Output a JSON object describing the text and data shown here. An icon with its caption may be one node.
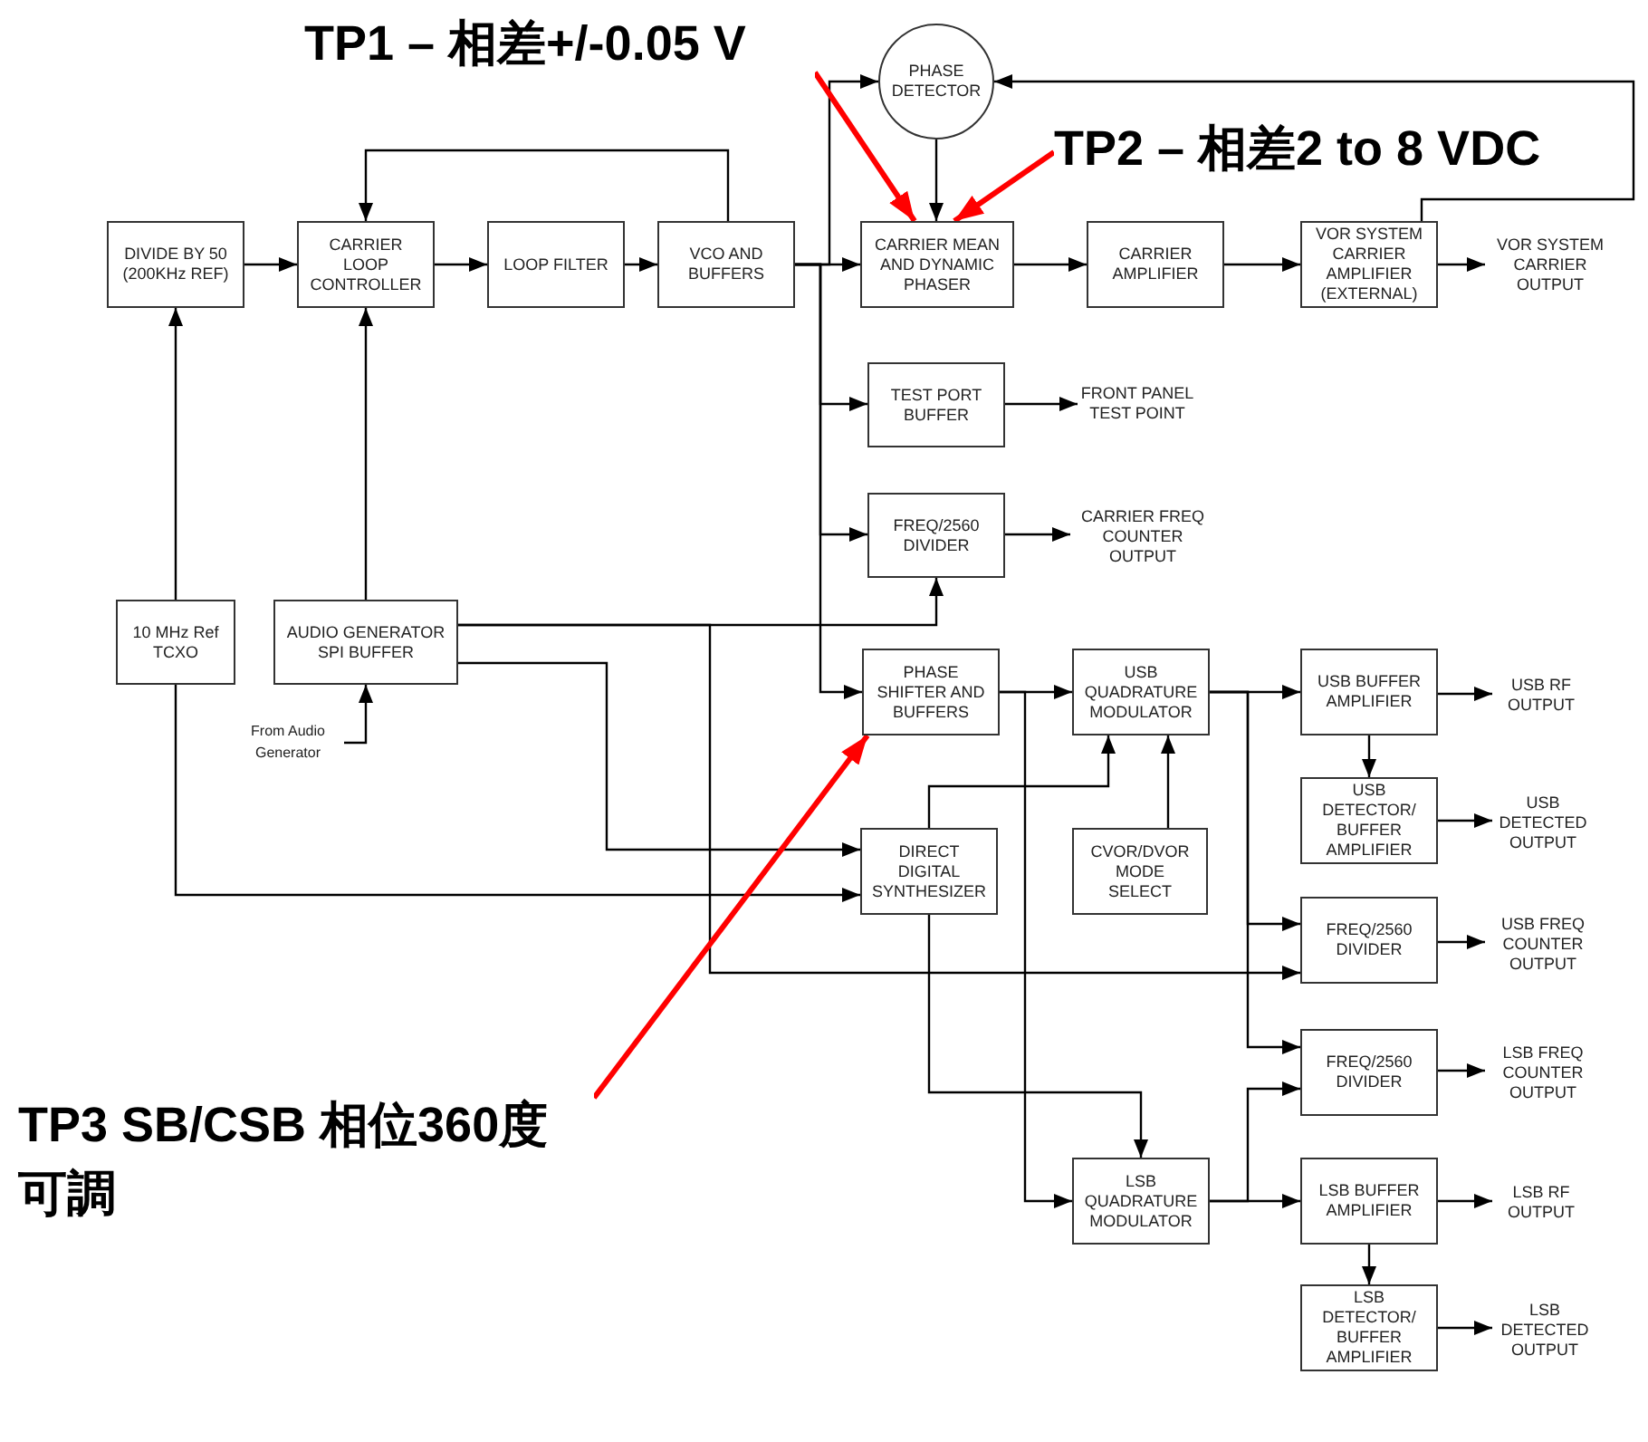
{
  "diagram": {
    "nodes": [
      {
        "text": [
          "DIVIDE BY 50 (200KHz REF)"
        ]
      },
      {
        "text": [
          "CARRIER LOOP CONTROLLER"
        ]
      },
      {
        "text": [
          "LOOP FILTER"
        ]
      },
      {
        "text": [
          "VCO AND BUFFERS"
        ]
      },
      {
        "text": [
          "PHASE DETECTOR"
        ]
      },
      {
        "text": [
          "CARRIER MEAN AND DYNAMIC PHASER"
        ]
      },
      {
        "text": [
          "CARRIER AMPLIFIER"
        ]
      },
      {
        "text": [
          "VOR SYSTEM CARRIER AMPLIFIER (EXTERNAL)"
        ]
      },
      {
        "text": [
          "TEST PORT BUFFER"
        ]
      },
      {
        "text": [
          "FREQ/2560 DIVIDER"
        ]
      },
      {
        "text": [
          "10 MHz Ref TCXO"
        ]
      },
      {
        "text": [
          "AUDIO GENERATOR SPI BUFFER"
        ]
      },
      {
        "text": [
          "PHASE SHIFTER AND BUFFERS"
        ]
      },
      {
        "text": [
          "USB QUADRATURE MODULATOR"
        ]
      },
      {
        "text": [
          "USB BUFFER AMPLIFIER"
        ]
      },
      {
        "text": [
          "USB DETECTOR/ BUFFER AMPLIFIER"
        ]
      },
      {
        "text": [
          "DIRECT DIGITAL SYNTHESIZER"
        ]
      },
      {
        "text": [
          "CVOR/DVOR MODE SELECT"
        ]
      },
      {
        "text": [
          "FREQ/2560 DIVIDER"
        ]
      },
      {
        "text": [
          "FREQ/2560 DIVIDER"
        ]
      },
      {
        "text": [
          "LSB QUADRATURE MODULATOR"
        ]
      },
      {
        "text": [
          "LSB BUFFER AMPLIFIER"
        ]
      },
      {
        "text": [
          "LSB DETECTOR/ BUFFER AMPLIFIER"
        ]
      },
      {
        "text": [
          "VOR SYSTEM CARRIER OUTPUT"
        ]
      },
      {
        "text": [
          "FRONT PANEL TEST POINT"
        ]
      },
      {
        "text": [
          "CARRIER FREQ COUNTER OUTPUT"
        ]
      },
      {
        "text": [
          "From Audio Generator"
        ]
      },
      {
        "text": [
          "USB RF OUTPUT"
        ]
      },
      {
        "text": [
          "USB DETECTED OUTPUT"
        ]
      },
      {
        "text": [
          "USB FREQ COUNTER OUTPUT"
        ]
      },
      {
        "text": [
          "LSB FREQ COUNTER OUTPUT"
        ]
      },
      {
        "text": [
          "LSB RF OUTPUT"
        ]
      },
      {
        "text": [
          "LSB DETECTED OUTPUT"
        ]
      },
      {
        "text": [
          "TP1 – 相差+/-0.05 V"
        ]
      },
      {
        "text": [
          "TP2 – 相差2 to 8 VDC"
        ]
      },
      {
        "text": [
          "TP3 SB/CSB 相位360度可調"
        ]
      }
    ],
    "edges": [
      {
        "from": 0,
        "to": 1,
        "arrow": "to"
      },
      {
        "from": 1,
        "to": 2,
        "arrow": "to"
      },
      {
        "from": 2,
        "to": 3,
        "arrow": "to"
      },
      {
        "from": 3,
        "to": 1,
        "arrow": "to"
      },
      {
        "from": 3,
        "to": 5,
        "arrow": "to"
      },
      {
        "from": 3,
        "to": 4,
        "arrow": "to"
      },
      {
        "from": 4,
        "to": 5,
        "arrow": "to"
      },
      {
        "from": 7,
        "to": 4,
        "arrow": "to"
      },
      {
        "from": 5,
        "to": 6,
        "arrow": "to"
      },
      {
        "from": 6,
        "to": 7,
        "arrow": "to"
      },
      {
        "from": 7,
        "to": 23,
        "arrow": "to"
      },
      {
        "from": 3,
        "to": 8,
        "arrow": "to"
      },
      {
        "from": 8,
        "to": 24,
        "arrow": "to"
      },
      {
        "from": 3,
        "to": 9,
        "arrow": "to"
      },
      {
        "from": 9,
        "to": 25,
        "arrow": "to"
      },
      {
        "from": 3,
        "to": 12,
        "arrow": "to"
      },
      {
        "from": 10,
        "to": 0,
        "arrow": "to"
      },
      {
        "from": 11,
        "to": 1,
        "arrow": "to"
      },
      {
        "from": 26,
        "to": 11,
        "arrow": "to"
      },
      {
        "from": 11,
        "to": 9,
        "arrow": "to"
      },
      {
        "from": 11,
        "to": 16,
        "arrow": "to"
      },
      {
        "from": 10,
        "to": 16,
        "arrow": "to"
      },
      {
        "from": 12,
        "to": 13,
        "arrow": "to"
      },
      {
        "from": 12,
        "to": 20,
        "arrow": "to"
      },
      {
        "from": 16,
        "to": 13,
        "arrow": "to"
      },
      {
        "from": 17,
        "to": 13,
        "arrow": "to"
      },
      {
        "from": 16,
        "to": 20,
        "arrow": "to"
      },
      {
        "from": 13,
        "to": 14,
        "arrow": "to"
      },
      {
        "from": 13,
        "to": 18,
        "arrow": "to"
      },
      {
        "from": 11,
        "to": 18,
        "arrow": "to"
      },
      {
        "from": 13,
        "to": 19,
        "arrow": "to"
      },
      {
        "from": 20,
        "to": 19,
        "arrow": "to"
      },
      {
        "from": 20,
        "to": 21,
        "arrow": "to"
      },
      {
        "from": 14,
        "to": 15,
        "arrow": "to"
      },
      {
        "from": 14,
        "to": 27,
        "arrow": "to"
      },
      {
        "from": 15,
        "to": 28,
        "arrow": "to"
      },
      {
        "from": 18,
        "to": 29,
        "arrow": "to"
      },
      {
        "from": 19,
        "to": 30,
        "arrow": "to"
      },
      {
        "from": 21,
        "to": 22,
        "arrow": "to"
      },
      {
        "from": 21,
        "to": 31,
        "arrow": "to"
      },
      {
        "from": 22,
        "to": 32,
        "arrow": "to"
      },
      {
        "from": 33,
        "to": 5,
        "arrow": "to",
        "style": "thick",
        "color": "#ff0000"
      },
      {
        "from": 34,
        "to": 5,
        "arrow": "to",
        "style": "thick",
        "color": "#ff0000"
      },
      {
        "from": 35,
        "to": 12,
        "arrow": "to",
        "style": "thick",
        "color": "#ff0000"
      }
    ]
  }
}
